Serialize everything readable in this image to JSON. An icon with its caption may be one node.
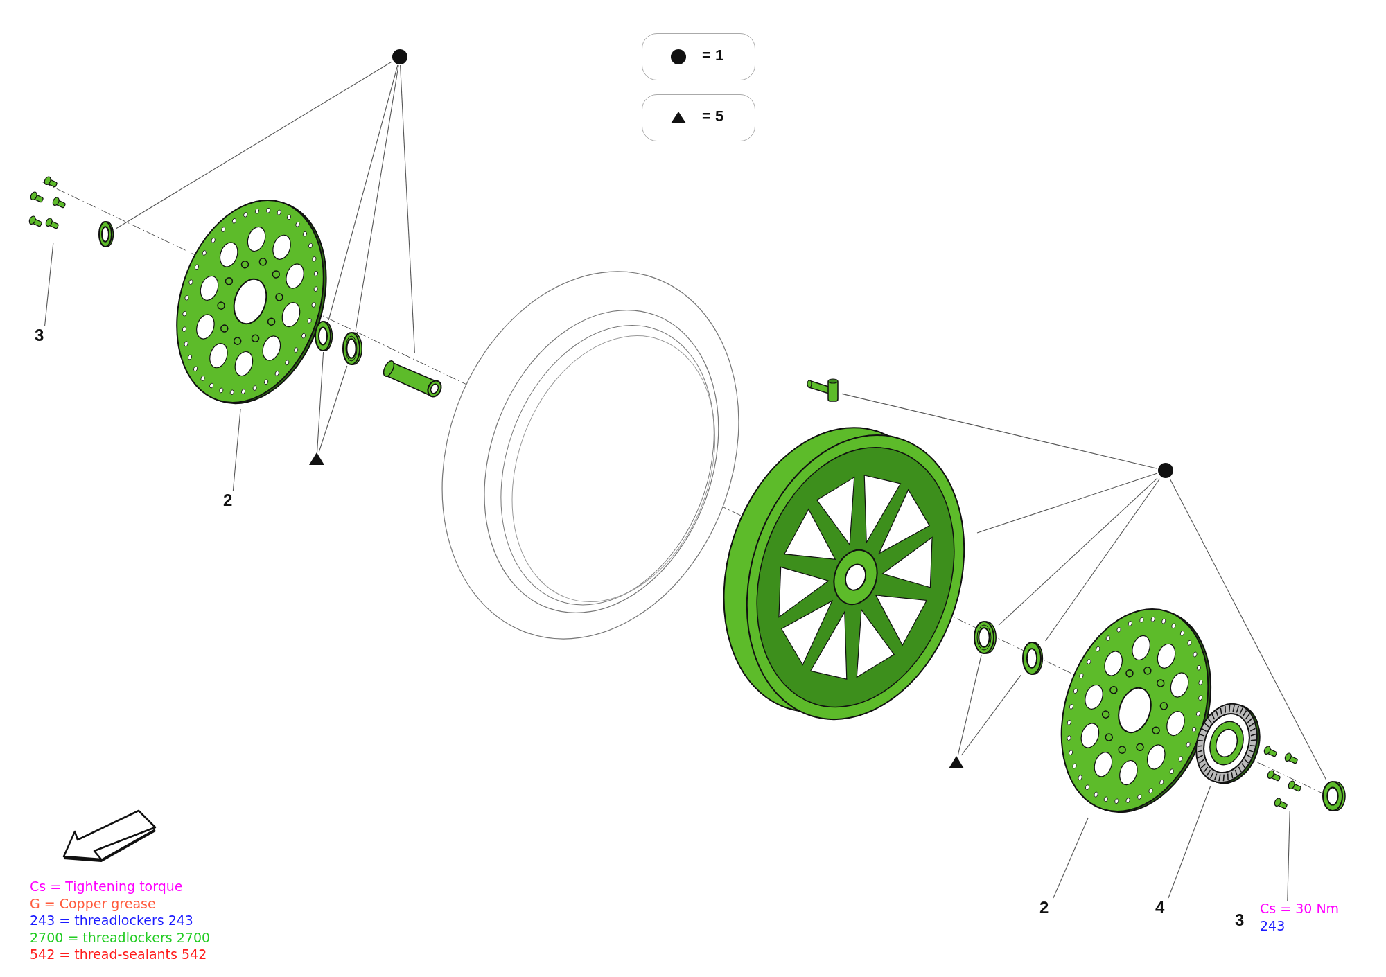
{
  "diagram": {
    "nodes": [
      {
        "text": [],
        "shape": "circle"
      },
      {
        "text": [],
        "shape": "picture"
      },
      {
        "text": [],
        "shape": "picture"
      },
      {
        "text": [],
        "shape": "picture"
      },
      {
        "text": [],
        "shape": "picture"
      },
      {
        "text": [],
        "shape": "picture"
      },
      {
        "text": [],
        "shape": "picture"
      },
      {
        "text": [
          "3"
        ]
      },
      {
        "text": [
          "2"
        ]
      },
      {
        "text": [],
        "shape": "triangle"
      },
      {
        "text": [],
        "shape": "picture"
      },
      {
        "text": [],
        "shape": "circle"
      },
      {
        "text": [],
        "shape": "picture"
      },
      {
        "text": [],
        "shape": "picture"
      },
      {
        "text": [],
        "shape": "picture"
      },
      {
        "text": [],
        "shape": "picture"
      },
      {
        "text": [],
        "shape": "picture"
      },
      {
        "text": [],
        "shape": "picture"
      },
      {
        "text": [],
        "shape": "picture"
      },
      {
        "text": [],
        "shape": "triangle"
      },
      {
        "text": [
          "2"
        ]
      },
      {
        "text": [
          "4"
        ]
      },
      {
        "text": [
          "3"
        ],
        "beside": [
          "Cs = 30 Nm",
          "243"
        ]
      }
    ],
    "edges": [
      {
        "from": 0,
        "to": 2,
        "arrow": "none"
      },
      {
        "from": 0,
        "to": 4,
        "arrow": "none"
      },
      {
        "from": 0,
        "to": 5,
        "arrow": "none"
      },
      {
        "from": 0,
        "to": 6,
        "arrow": "none"
      },
      {
        "from": 7,
        "to": 1,
        "arrow": "none"
      },
      {
        "from": 8,
        "to": 3,
        "arrow": "none"
      },
      {
        "from": 9,
        "to": 4,
        "arrow": "none"
      },
      {
        "from": 9,
        "to": 5,
        "arrow": "none"
      },
      {
        "from": 11,
        "to": 10,
        "arrow": "none"
      },
      {
        "from": 11,
        "to": 12,
        "arrow": "none"
      },
      {
        "from": 11,
        "to": 13,
        "arrow": "none"
      },
      {
        "from": 11,
        "to": 14,
        "arrow": "none"
      },
      {
        "from": 11,
        "to": 18,
        "arrow": "none"
      },
      {
        "from": 19,
        "to": 13,
        "arrow": "none"
      },
      {
        "from": 19,
        "to": 14,
        "arrow": "none"
      },
      {
        "from": 20,
        "to": 15,
        "arrow": "none"
      },
      {
        "from": 21,
        "to": 16,
        "arrow": "none"
      },
      {
        "from": 22,
        "to": 17,
        "arrow": "none"
      }
    ],
    "labels": [
      "Cs = Tightening torque",
      "G = Copper grease",
      "243 = threadlockers 243",
      "2700 = threadlockers 2700",
      "542 = thread-sealants 542"
    ],
    "legend": [
      {
        "text": "= 1"
      },
      {
        "text": "= 5"
      }
    ]
  }
}
